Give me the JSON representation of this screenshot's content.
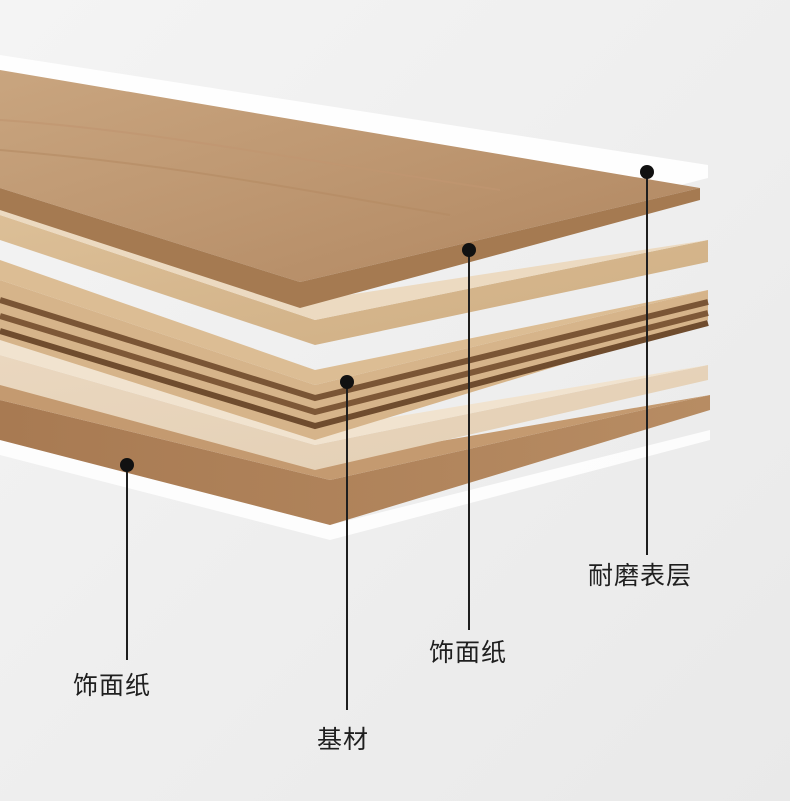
{
  "diagram": {
    "background": "#efefef",
    "callouts": [
      {
        "id": "wear-layer",
        "label": "耐磨表层"
      },
      {
        "id": "decor-paper-top",
        "label": "饰面纸"
      },
      {
        "id": "substrate",
        "label": "基材"
      },
      {
        "id": "decor-paper-bottom",
        "label": "饰面纸"
      }
    ]
  }
}
